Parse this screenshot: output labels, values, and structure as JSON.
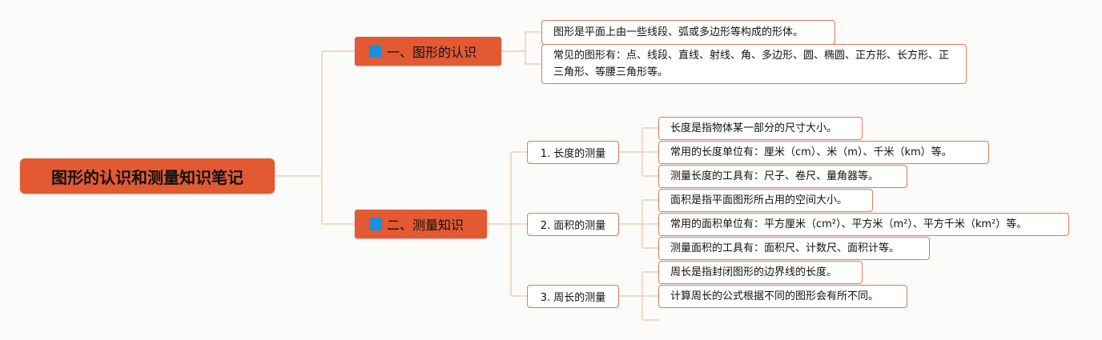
{
  "root": {
    "title": "图形的认识和测量知识笔记"
  },
  "branches": [
    {
      "title": "一、图形的认识",
      "items": [
        "图形是平面上由一些线段、弧或多边形等构成的形体。",
        "常见的图形有：点、线段、直线、射线、角、多边形、圆、椭圆、正方形、长方形、正三角形、等腰三角形等。"
      ]
    },
    {
      "title": "二、测量知识",
      "subs": [
        {
          "title": "1. 长度的测量",
          "items": [
            "长度是指物体某一部分的尺寸大小。",
            "常用的长度单位有：厘米（cm）、米（m）、千米（km）等。",
            "测量长度的工具有：尺子、卷尺、量角器等。"
          ]
        },
        {
          "title": "2. 面积的测量",
          "items": [
            "面积是指平面图形所占用的空间大小。",
            "常用的面积单位有：平方厘米（cm²）、平方米（m²）、平方千米（km²）等。",
            "测量面积的工具有：面积尺、计数尺、面积计等。"
          ]
        },
        {
          "title": "3. 周长的测量",
          "items": [
            "周长是指封闭图形的边界线的长度。",
            "计算周长的公式根据不同的图形会有所不同。"
          ]
        }
      ]
    }
  ],
  "colors": {
    "accent": "#e35a32",
    "flag": "#1e8fe0",
    "border": "#e07a5a",
    "line": "#f0cdbb"
  },
  "icons": {
    "branch_marker": "flag-icon"
  }
}
